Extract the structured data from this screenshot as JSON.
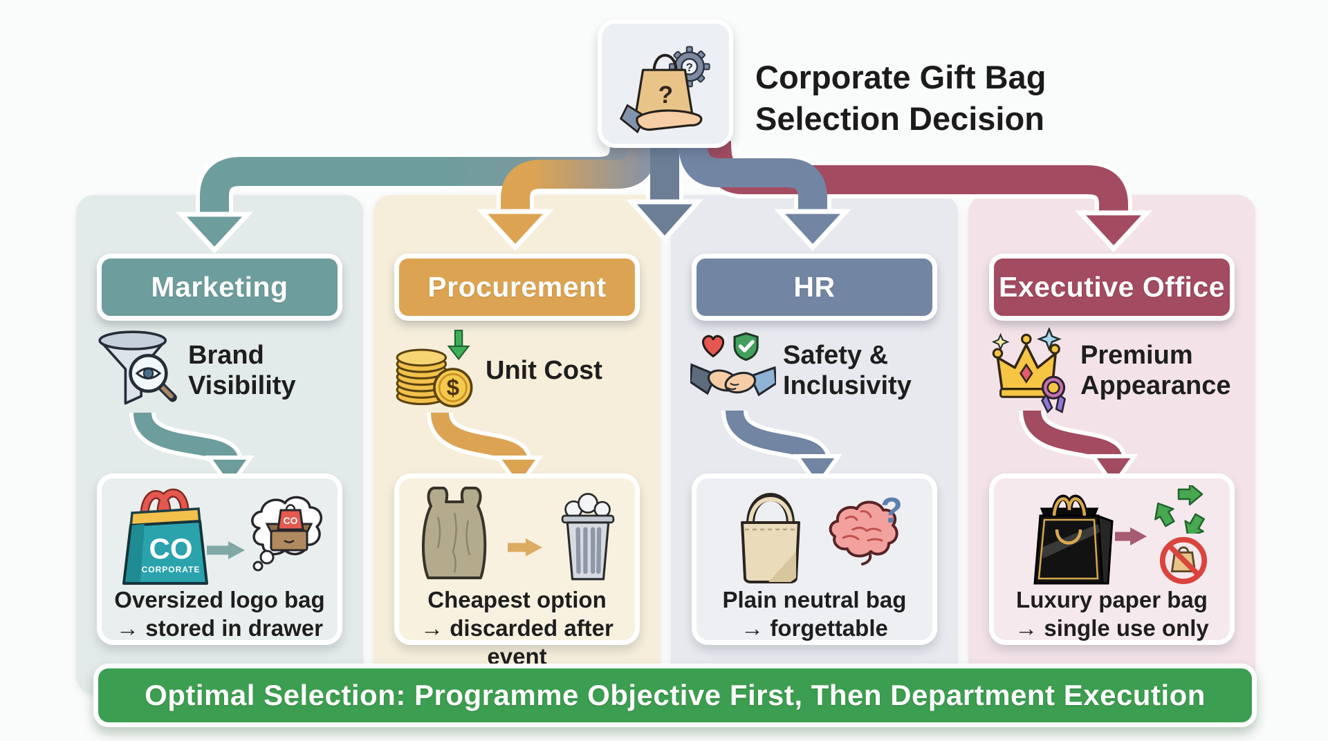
{
  "title": {
    "line1": "Corporate Gift Bag",
    "line2": "Selection Decision"
  },
  "root_icon": {
    "name": "gift-bag-decision-icon",
    "bag_question": "?",
    "gear_question": "?"
  },
  "arrows": {
    "center_color": "#6b7e96",
    "stem_gray": "#8b94a2"
  },
  "banner": {
    "text": "Optimal Selection: Programme Objective First, Then Department Execution",
    "color": "#3c9e50"
  },
  "columns": [
    {
      "id": "marketing",
      "label": "Marketing",
      "header_color": "#6d9d9c",
      "panel_color": "#e3eaea",
      "box_color": "#e9efee",
      "arrow_color": "#6d9d9c",
      "small_arrow_color": "#7fa8a6",
      "criterion": {
        "line1": "Brand",
        "line2": "Visibility",
        "icon": "funnel-magnifier-icon"
      },
      "outcome": {
        "line1": "Oversized logo bag",
        "line2": "→ stored in drawer",
        "bag_text": "CO",
        "bag_subtext": "CORPORATE",
        "bubble_bag_text": "CO"
      }
    },
    {
      "id": "procurement",
      "label": "Procurement",
      "header_color": "#dca452",
      "panel_color": "#f6eedb",
      "box_color": "#f8f1df",
      "arrow_color": "#dca452",
      "small_arrow_color": "#dcab62",
      "criterion": {
        "line1": "Unit Cost",
        "line2": "",
        "icon": "coins-dollar-icon",
        "coin_symbol": "$"
      },
      "outcome": {
        "line1": "Cheapest option",
        "line2": "→ discarded after event"
      }
    },
    {
      "id": "hr",
      "label": "HR",
      "header_color": "#7285a3",
      "panel_color": "#e7e9ee",
      "box_color": "#edeff2",
      "arrow_color": "#7285a3",
      "small_arrow_color": "#8396b0",
      "criterion": {
        "line1": "Safety &",
        "line2": "Inclusivity",
        "icon": "handshake-heart-shield-icon"
      },
      "outcome": {
        "line1": "Plain neutral bag",
        "line2": "→ forgettable",
        "brain_question": "?"
      }
    },
    {
      "id": "executive",
      "label": "Executive Office",
      "header_color": "#a34b60",
      "panel_color": "#f3e3e9",
      "box_color": "#f6e9ee",
      "arrow_color": "#a34b60",
      "small_arrow_color": "#a65b70",
      "criterion": {
        "line1": "Premium",
        "line2": "Appearance",
        "icon": "crown-medal-icon"
      },
      "outcome": {
        "line1": "Luxury paper bag",
        "line2": "→ single use only"
      }
    }
  ]
}
